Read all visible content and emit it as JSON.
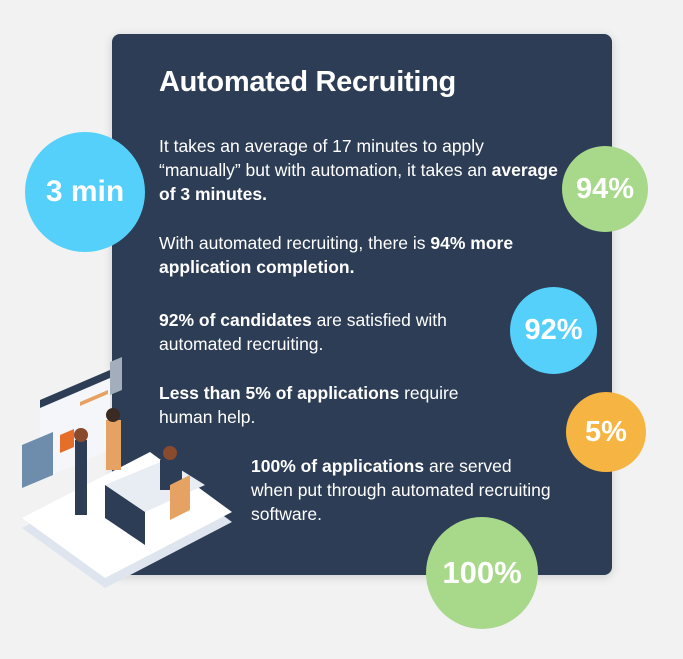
{
  "title": "Automated Recruiting",
  "stats": [
    {
      "pre": "It takes an average of 17 minutes to apply “manually” but with automation, it takes an ",
      "bold": "average of 3 minutes.",
      "post": "",
      "badge": "3 min",
      "color": "#55d0fb"
    },
    {
      "pre": "With automated recruiting, there is ",
      "bold": "94% more application completion.",
      "post": "",
      "badge": "94%",
      "color": "#a8d88a"
    },
    {
      "pre": "",
      "bold": "92% of candidates",
      "post": " are satisfied with automated recruiting.",
      "badge": "92%",
      "color": "#55d0fb"
    },
    {
      "pre": "",
      "bold": "Less than 5% of applications",
      "post": " require human help.",
      "badge": "5%",
      "color": "#f6b442"
    },
    {
      "pre": "",
      "bold": "100% of applications",
      "post": " are served when put through automated recruiting software.",
      "badge": "100%",
      "color": "#a8d88a"
    }
  ]
}
